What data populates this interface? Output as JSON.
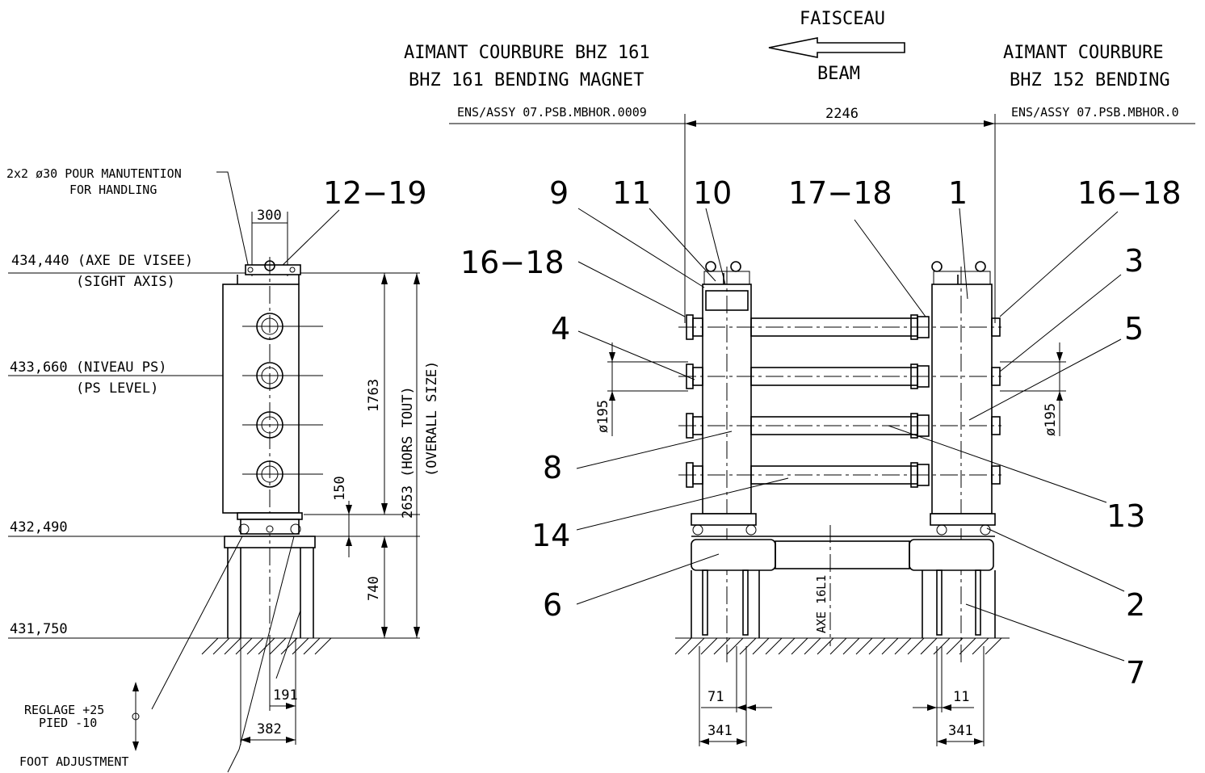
{
  "header": {
    "faisceau": "FAISCEAU",
    "beam": "BEAM",
    "left_magnet_fr": "AIMANT COURBURE BHZ 161",
    "left_magnet_en": "BHZ 161 BENDING MAGNET",
    "right_magnet_fr": "AIMANT COURBURE",
    "right_magnet_en": "BHZ 152 BENDING",
    "left_assy": "ENS/ASSY 07.PSB.MBHOR.0009",
    "right_assy": "ENS/ASSY 07.PSB.MBHOR.0",
    "span": "2246"
  },
  "side_view": {
    "handling_fr": "2x2 ø30 POUR MANUTENTION",
    "handling_en": "FOR HANDLING",
    "width_300": "300",
    "level_sight": "434,440 (AXE DE VISEE)",
    "level_sight_en": "(SIGHT AXIS)",
    "level_ps": "433,660 (NIVEAU PS)",
    "level_ps_en": "(PS LEVEL)",
    "level_mid": "432,490",
    "level_floor": "431,750",
    "dim_1763": "1763",
    "dim_2653": "2653 (HORS TOUT)",
    "dim_overall": "(OVERALL SIZE)",
    "dim_150": "150",
    "dim_740": "740",
    "dim_191": "191",
    "dim_382": "382",
    "foot_reglage": "REGLAGE +25",
    "foot_pied": "PIED    -10",
    "foot_adjust": "FOOT ADJUSTMENT",
    "callout_12_19": "12−19"
  },
  "front_view": {
    "callouts": {
      "c9": "9",
      "c11": "11",
      "c10": "10",
      "c17_18": "17−18",
      "c1": "1",
      "c16_18_r": "16−18",
      "c16_18_l": "16−18",
      "c3": "3",
      "c4": "4",
      "c5": "5",
      "c8": "8",
      "c13": "13",
      "c14": "14",
      "c2": "2",
      "c6": "6",
      "c7": "7"
    },
    "dim_phi195_l": "ø195",
    "dim_phi195_r": "ø195",
    "axis_label": "AXE 16L1",
    "dim_71": "71",
    "dim_341_l": "341",
    "dim_11": "11",
    "dim_341_r": "341"
  }
}
